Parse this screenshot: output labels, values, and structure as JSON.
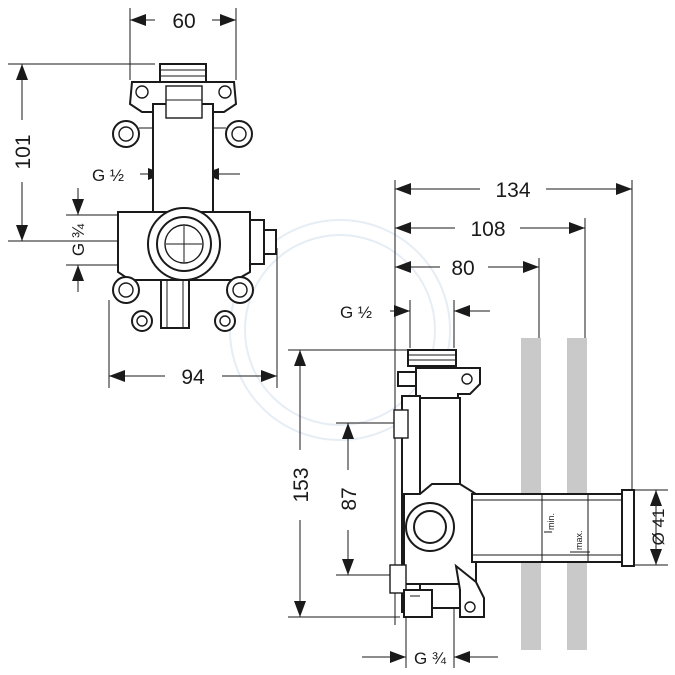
{
  "drawing": {
    "front_view": {
      "width_top": "60",
      "height": "101",
      "thread_inlet": "G ½",
      "thread_outlet": "G ¾",
      "width_bottom": "94"
    },
    "side_view": {
      "depth_max": "134",
      "depth_mid": "108",
      "depth_min": "80",
      "thread_inlet": "G ½",
      "height_total": "153",
      "height_axis": "87",
      "diameter": "Ø 41",
      "label_min": "min.",
      "label_max": "max.",
      "thread_outlet": "G ¾"
    },
    "colors": {
      "line": "#1a1a1a",
      "wall": "#c9c9c9",
      "watermark": "#e6edf5"
    }
  }
}
